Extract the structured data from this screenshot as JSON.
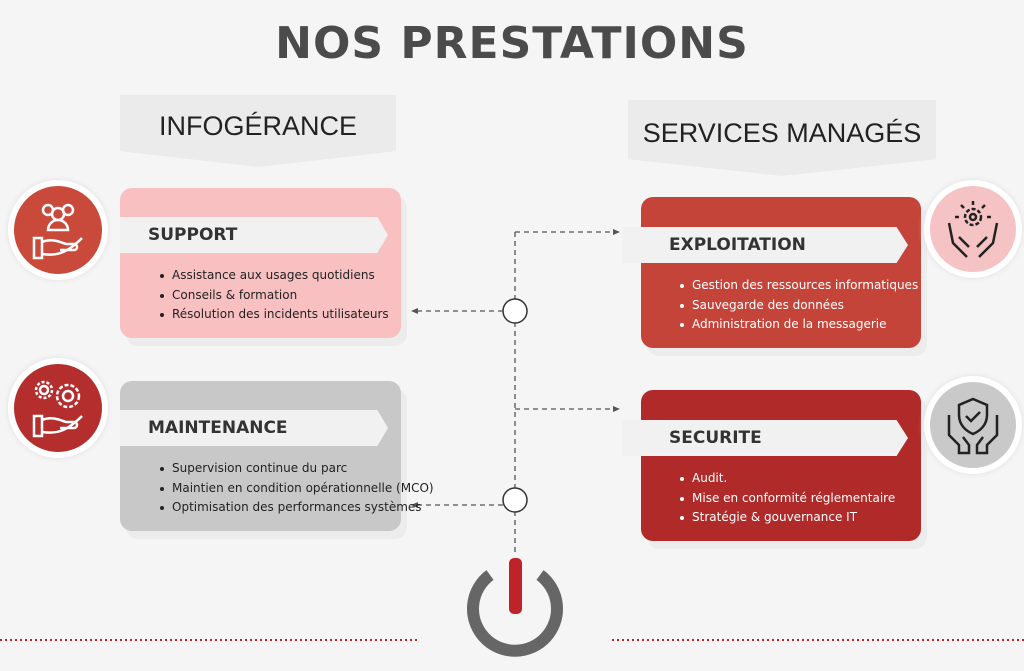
{
  "title": "NOS PRESTATIONS",
  "left": {
    "heading": "INFOGÉRANCE",
    "cards": [
      {
        "title": "SUPPORT",
        "items": [
          "Assistance aux usages quotidiens",
          "Conseils & formation",
          "Résolution des incidents utilisateurs"
        ]
      },
      {
        "title": "MAINTENANCE",
        "items": [
          "Supervision continue du parc",
          "Maintien en condition opérationnelle (MCO)",
          "Optimisation des performances systèmes"
        ]
      }
    ]
  },
  "right": {
    "heading": "SERVICES MANAGÉS",
    "cards": [
      {
        "title": "EXPLOITATION",
        "items": [
          "Gestion des ressources informatiques",
          "Sauvegarde des données",
          "Administration de la messagerie"
        ]
      },
      {
        "title": "SECURITE",
        "items": [
          "Audit.",
          "Mise en conformité réglementaire",
          "Stratégie & gouvernance IT"
        ]
      }
    ]
  },
  "colors": {
    "red": "#c5443a",
    "darkred": "#b02a2a",
    "pink": "#f9c0c2",
    "grey": "#c8c8c8"
  }
}
